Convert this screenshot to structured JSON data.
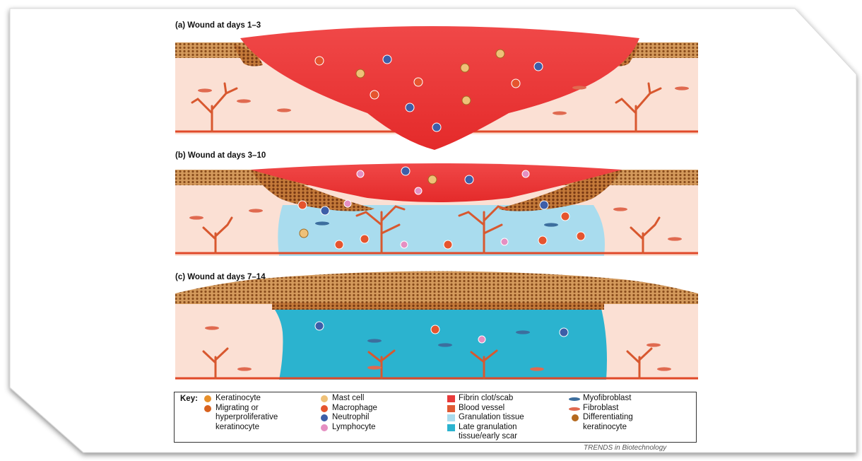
{
  "panels": [
    {
      "label": "(a) Wound at days 1–3"
    },
    {
      "label": "(b) Wound at days 3–10"
    },
    {
      "label": "(c) Wound at days 7–14"
    }
  ],
  "key": {
    "title": "Key:",
    "columns": [
      [
        {
          "label": "Keratinocyte",
          "color": "#e8902a",
          "shape": "round"
        },
        {
          "label": "Migrating or\nhyperproliferative\nkeratinocyte",
          "color": "#d8621e",
          "shape": "round"
        }
      ],
      [
        {
          "label": "Mast cell",
          "color": "#efc178",
          "shape": "round"
        },
        {
          "label": "Macrophage",
          "color": "#e5542e",
          "shape": "round"
        },
        {
          "label": "Neutrophil",
          "color": "#3d5ea8",
          "shape": "round"
        },
        {
          "label": "Lymphocyte",
          "color": "#e58fc2",
          "shape": "round"
        }
      ],
      [
        {
          "label": "Fibrin clot/scab",
          "color": "#e83a3a",
          "shape": "sq"
        },
        {
          "label": "Blood vessel",
          "color": "#e05a34",
          "shape": "sq"
        },
        {
          "label": "Granulation tissue",
          "color": "#a9dcee",
          "shape": "sq"
        },
        {
          "label": "Late granulation\ntissue/early scar",
          "color": "#2bb3cf",
          "shape": "sq"
        }
      ],
      [
        {
          "label": "Myofibroblast",
          "color": "#3c6e9e",
          "shape": "spindle"
        },
        {
          "label": "Fibroblast",
          "color": "#e06a50",
          "shape": "spindle"
        },
        {
          "label": "Differentiating\nkeratinocyte",
          "color": "#b4691f",
          "shape": "round"
        }
      ]
    ]
  },
  "footer": "TRENDS in Biotechnology",
  "colors": {
    "dermis": "#fbe0d4",
    "epidermis": "#c98a4a",
    "clot": "#e83838",
    "granulation": "#a9dcee",
    "late_granulation": "#2bb3cf",
    "vessel": "#d8582f",
    "basement": "#e04a2a"
  }
}
